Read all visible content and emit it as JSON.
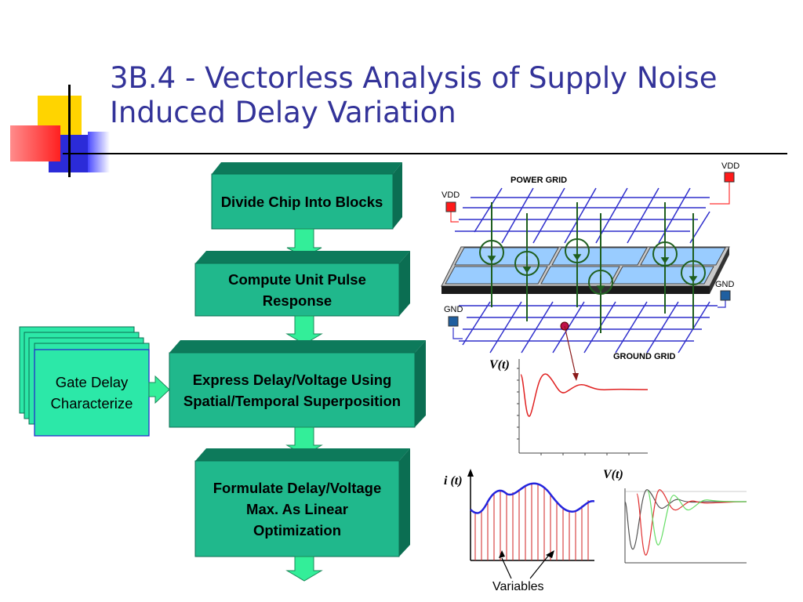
{
  "slide": {
    "title_line1": "3B.4 - Vectorless Analysis of Supply Noise",
    "title_line2": "Induced Delay Variation"
  },
  "flow": {
    "box1": "Divide Chip Into Blocks",
    "box2": "Compute Unit Pulse Response",
    "box3": "Express Delay/Voltage Using Spatial/Temporal Superposition",
    "box4": "Formulate Delay/Voltage Max. As Linear Optimization",
    "gate": "Gate Delay Characterize"
  },
  "grid": {
    "power_label": "POWER  GRID",
    "ground_label": "GROUND  GRID",
    "vdd_left": "VDD",
    "vdd_right": "VDD",
    "gnd_left": "GND",
    "gnd_right": "GND"
  },
  "plots": {
    "vt_top": "V(t)",
    "it_label": "i (t)",
    "vt_bottom": "V(t)",
    "variables": "Variables"
  },
  "colors": {
    "box_face": "#20b88c",
    "box_top": "#0d7a5b",
    "box_side": "#0b6e52",
    "arrow": "#33ee99",
    "gate_face": "#2ce8a8",
    "title": "#333399",
    "grid_line": "#2f2fcc",
    "wire": "#1f5f1f",
    "vdd_pad": "#ff1a1a",
    "gnd_pad": "#1f5fa0"
  },
  "chart_data": [
    {
      "type": "line",
      "title": "V(t)",
      "description_series": [
        {
          "name": "",
          "values": []
        }
      ]
    },
    {
      "type": "area",
      "title": "i (t)"
    },
    {
      "type": "line",
      "title": "V(t)"
    }
  ]
}
